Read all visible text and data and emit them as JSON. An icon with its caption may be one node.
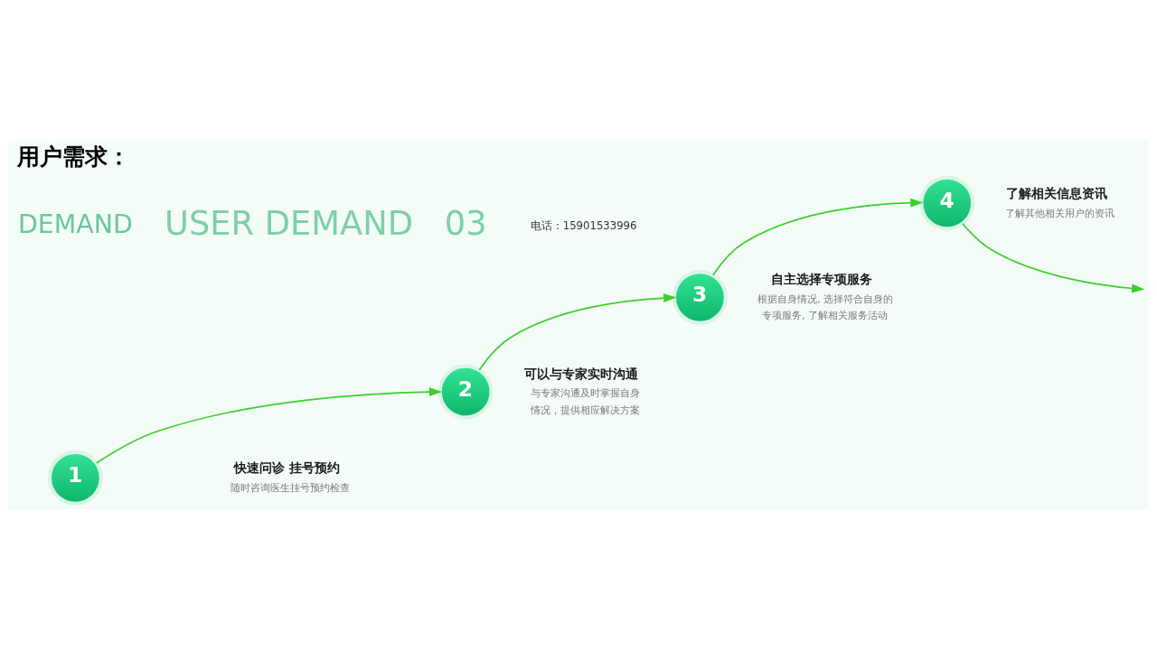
{
  "diagram": {
    "title": "用户需求：",
    "nodes": [
      {
        "text": [
          "1"
        ],
        "beside": [
          "快速问诊 挂号预约",
          "随时咨询医生挂号预约检查"
        ]
      },
      {
        "text": [
          "2"
        ],
        "beside": [
          "可以与专家实时沟通",
          "与专家沟通及时掌握自身情况，提供相应解决方案"
        ]
      },
      {
        "text": [
          "3"
        ],
        "beside": [
          "自主选择专项服务",
          "根据自身情况, 选择符合自身的专项服务, 了解相关服务活动"
        ]
      },
      {
        "text": [
          "4"
        ],
        "beside": [
          "了解相关信息资讯",
          "了解其他相关用户的资讯"
        ]
      }
    ],
    "edges": [
      {
        "from": 0,
        "to": 1,
        "arrow": "to"
      },
      {
        "from": 1,
        "to": 2,
        "arrow": "to"
      },
      {
        "from": 2,
        "to": 3,
        "arrow": "to"
      },
      {
        "from": 3,
        "to": null,
        "arrow": "to"
      }
    ],
    "labels": [
      "DEMAND",
      "USER DEMAND",
      "03",
      "电话：15901533996"
    ]
  }
}
